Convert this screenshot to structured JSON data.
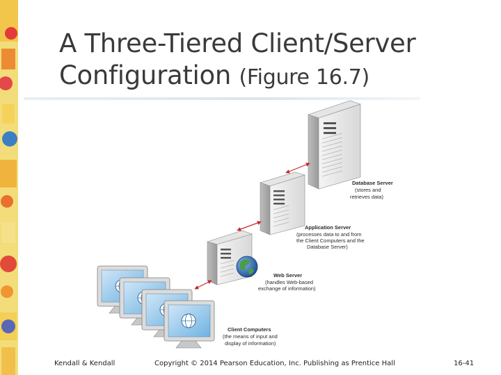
{
  "slide": {
    "title_line1": "A Three-Tiered Client/Server",
    "title_line2": "Configuration",
    "title_ref": "(Figure 16.7)"
  },
  "diagram": {
    "database_server": {
      "title": "Database Server",
      "desc": [
        "(stores and",
        "retrieves data)"
      ]
    },
    "application_server": {
      "title": "Application Server",
      "desc": [
        "(processes data to and from",
        "the Client Computers and the",
        "Database Server)"
      ]
    },
    "web_server": {
      "title": "Web Server",
      "desc": [
        "(handles Web-based",
        "exchange of information)"
      ]
    },
    "client_computers": {
      "title": "Client Computers",
      "desc": [
        "(the means of input and",
        "display of information)"
      ]
    }
  },
  "footer": {
    "left": "Kendall & Kendall",
    "center": "Copyright © 2014 Pearson Education, Inc. Publishing as Prentice Hall",
    "right": "16-41"
  }
}
